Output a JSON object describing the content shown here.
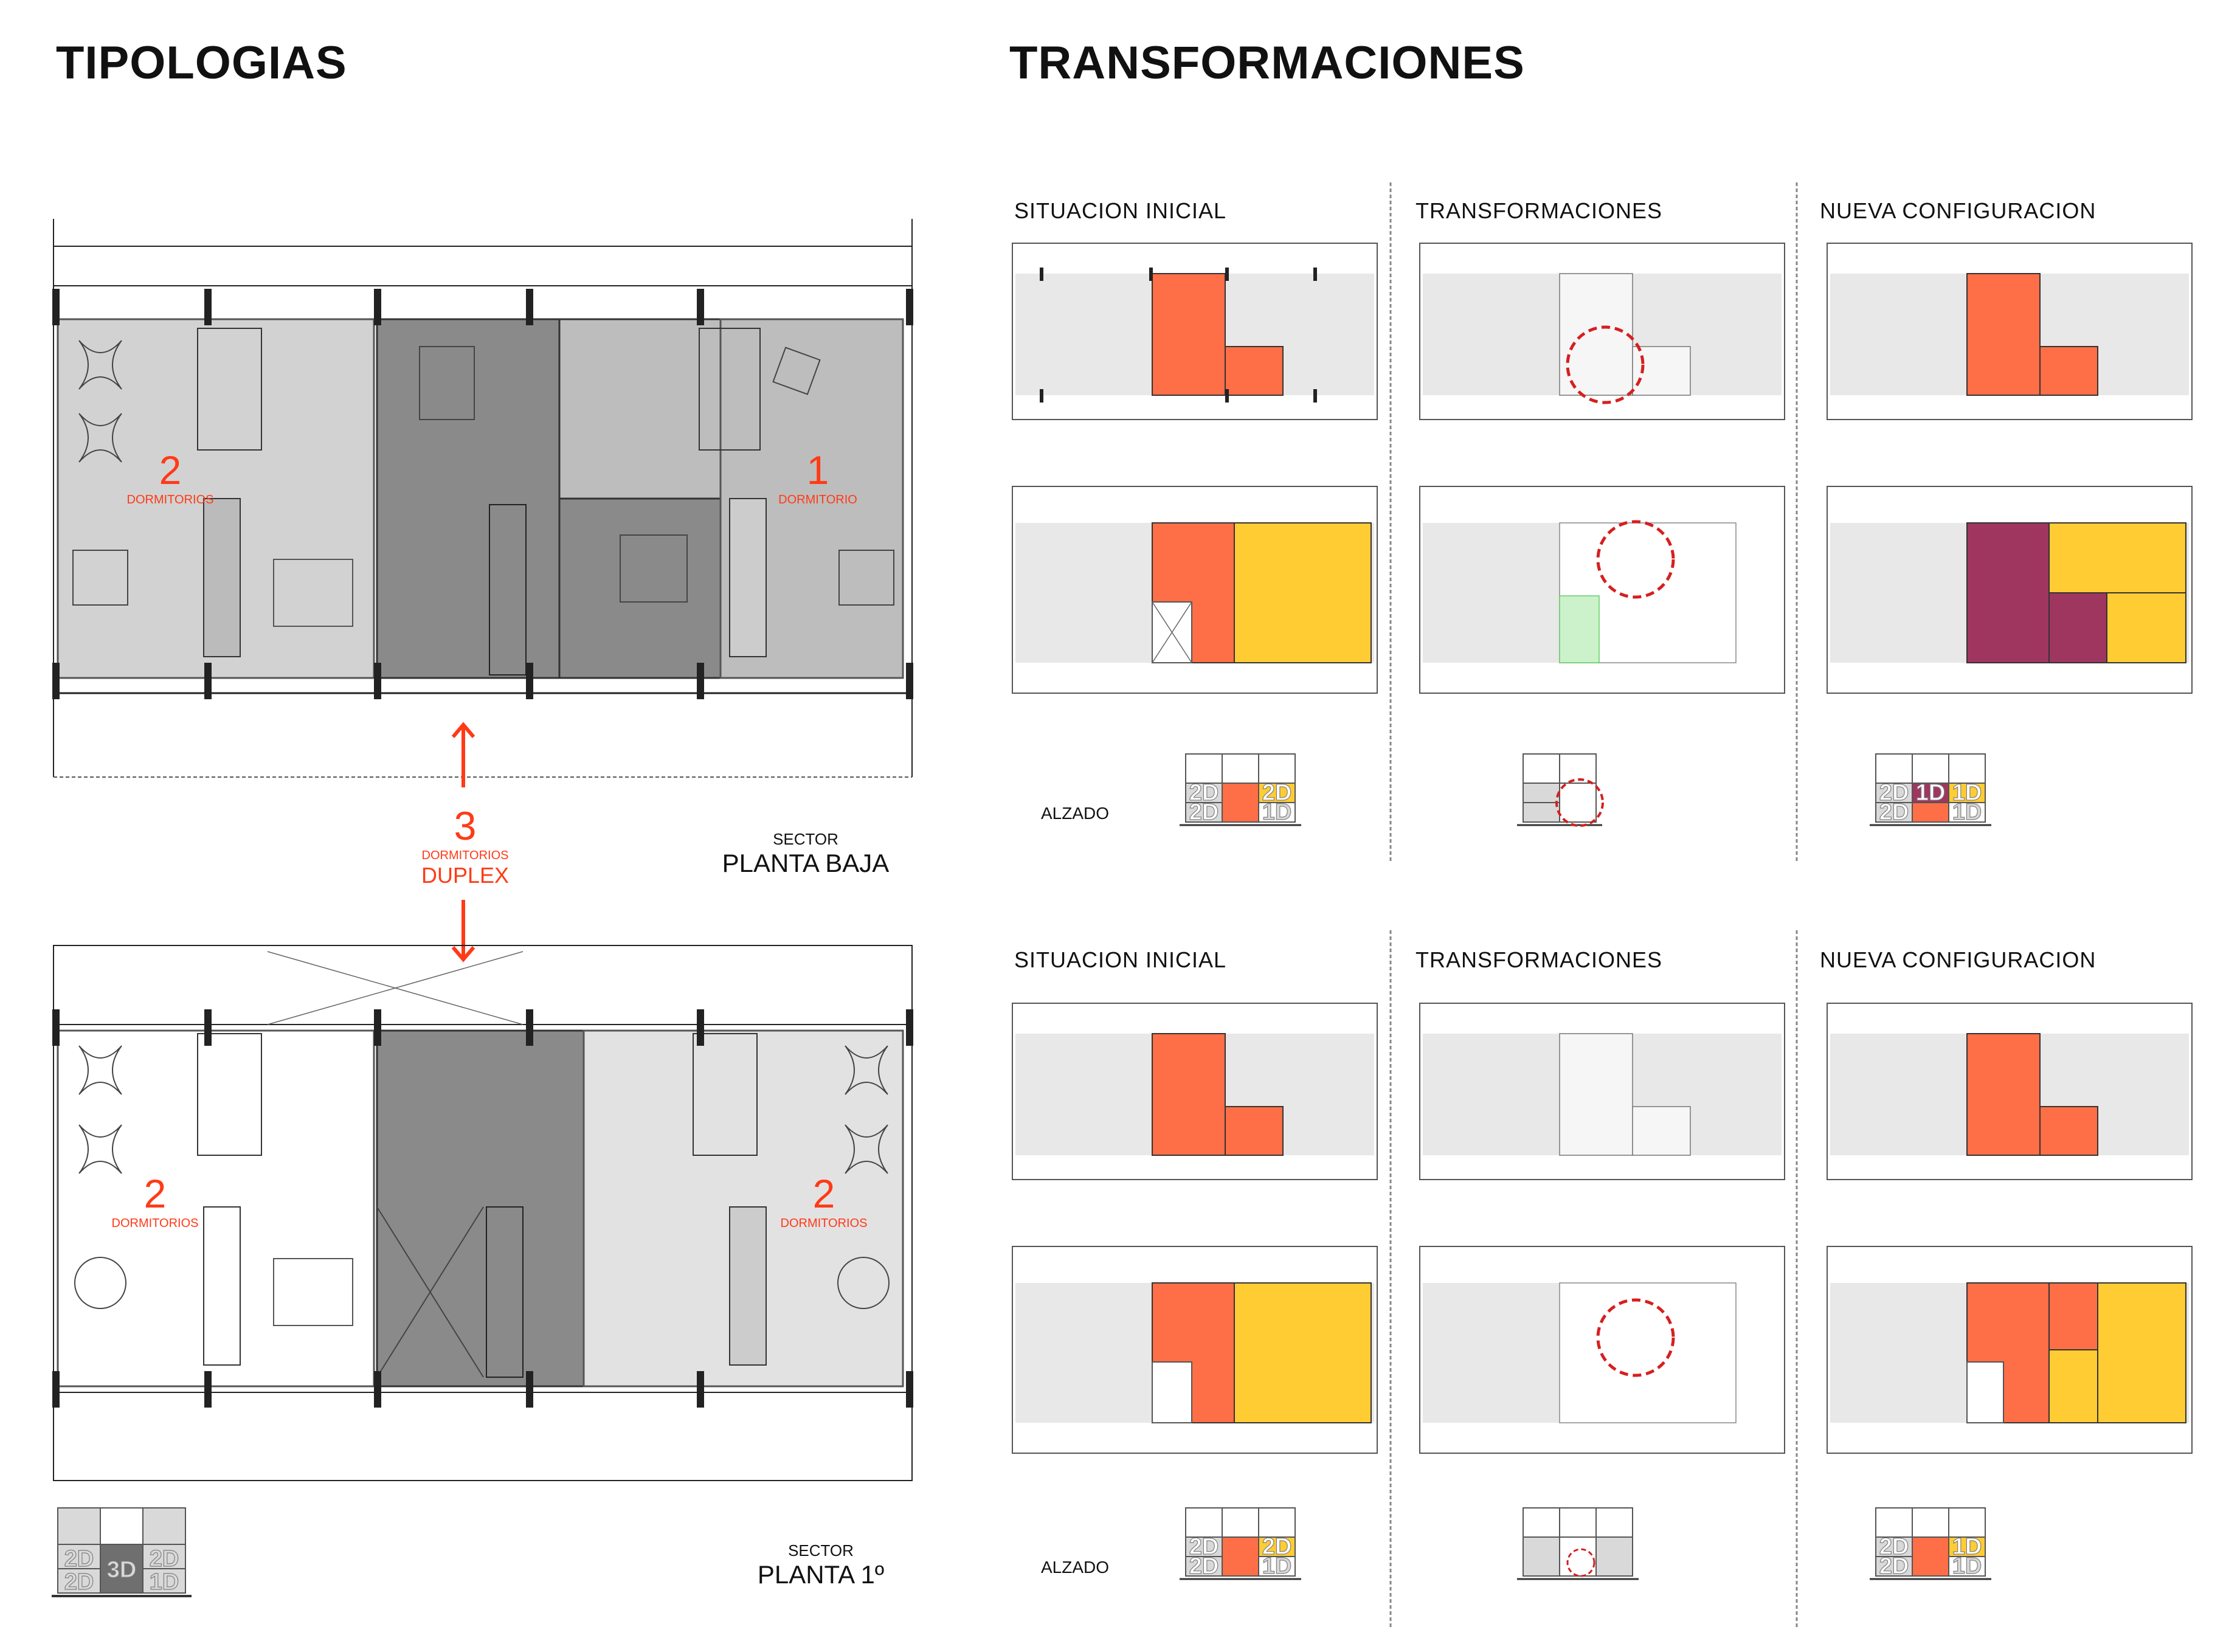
{
  "headings": {
    "left": "TIPOLOGIAS",
    "right": "TRANSFORMACIONES"
  },
  "typologies": {
    "upper_left": {
      "number": "2",
      "caption": "DORMITORIOS"
    },
    "upper_right": {
      "number": "1",
      "caption": "DORMITORIO"
    },
    "middle": {
      "number": "3",
      "caption": "DORMITORIOS",
      "type": "DUPLEX"
    },
    "lower_left": {
      "number": "2",
      "caption": "DORMITORIOS"
    },
    "lower_right": {
      "number": "2",
      "caption": "DORMITORIOS"
    },
    "sector_upper": {
      "label": "SECTOR",
      "name": "PLANTA BAJA"
    },
    "sector_lower": {
      "label": "SECTOR",
      "name": "PLANTA 1º"
    }
  },
  "columns": {
    "top": [
      "SITUACION INICIAL",
      "TRANSFORMACIONES",
      "NUEVA CONFIGURACION"
    ],
    "bottom": [
      "SITUACION INICIAL",
      "TRANSFORMACIONES",
      "NUEVA CONFIGURACION"
    ]
  },
  "alzado": {
    "label": "ALZADO"
  },
  "elevation_keys": {
    "tipologias": {
      "top_left": "2D",
      "bottom_left": "2D",
      "middle": "3D",
      "top_right": "2D",
      "bottom_right": "1D"
    },
    "top_initial": {
      "top_left": "2D",
      "bottom_left": "2D",
      "top_right": "2D",
      "bottom_right": "1D"
    },
    "top_new": {
      "top_left": "2D",
      "bottom_left": "2D",
      "middle": "1D",
      "top_right": "1D",
      "bottom_right": "1D"
    },
    "bottom_initial": {
      "top_left": "2D",
      "bottom_left": "2D",
      "top_right": "2D",
      "bottom_right": "1D"
    },
    "bottom_new": {
      "top_left": "2D",
      "bottom_left": "2D",
      "top_right": "1D",
      "bottom_right": "1D"
    }
  },
  "colors": {
    "accent_red": "#ff3a16",
    "orange_unit": "#ff6f47",
    "yellow_unit": "#ffcc33",
    "purple_unit": "#9e3660",
    "plan_grey_light": "#d2d2d2",
    "plan_grey_mid": "#bdbdbd",
    "plan_grey_dark": "#8a8a8a"
  }
}
